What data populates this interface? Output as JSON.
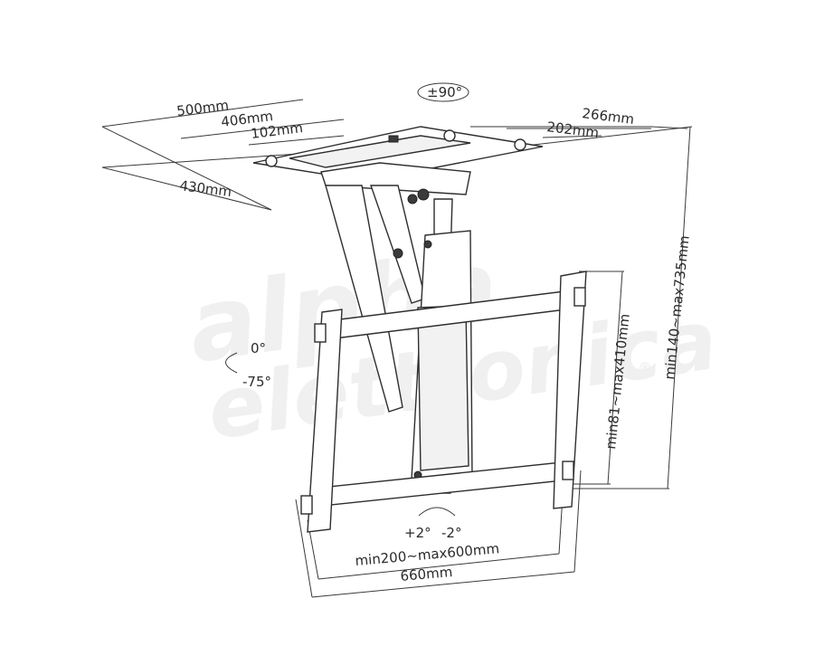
{
  "rotation": {
    "ceiling_swivel": "±90°",
    "tilt_top": "0°",
    "tilt_bottom": "-75°",
    "level_plus": "+2°",
    "level_minus": "-2°"
  },
  "dimensions": {
    "plate_length": "500mm",
    "rail_length": "406mm",
    "block_width": "102mm",
    "plate_depth": "430mm",
    "plate_width": "266mm",
    "rail_spacing": "202mm",
    "height_range": "min140~max735mm",
    "vesa_vertical": "min81~max410mm",
    "vesa_horizontal": "min200~max600mm",
    "bracket_width": "660mm"
  },
  "watermark": {
    "line1": "alpha",
    "line2": "elettronica",
    "mark": "®"
  }
}
